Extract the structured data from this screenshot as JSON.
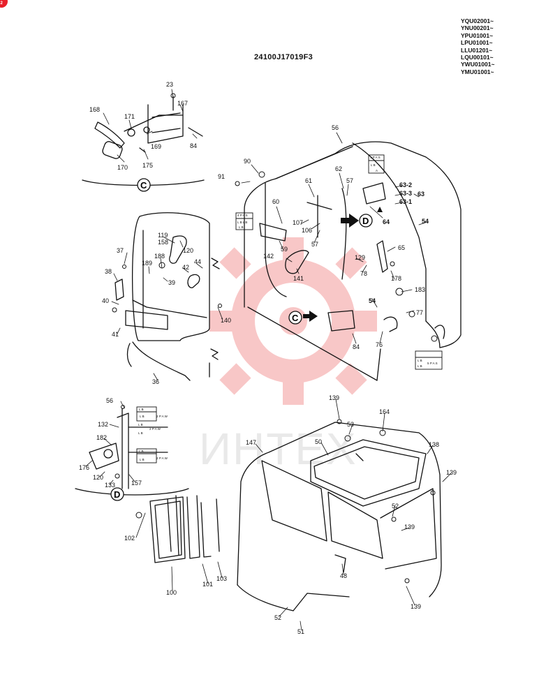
{
  "header": {
    "document_code": "24100J17019F3",
    "serial_ranges": [
      "YQU02001~",
      "YNU00201~",
      "YPU01001~",
      "LPU01001~",
      "LLU01201~",
      "LQU00101~",
      "YWU01001~",
      "YMU01001~"
    ]
  },
  "watermark": {
    "text": "ИНТЕХ",
    "color": "#f08c8c"
  },
  "views": [
    {
      "label": "C",
      "name": "detail-view-c"
    },
    {
      "label": "D",
      "name": "detail-view-d"
    }
  ],
  "arrows": [
    {
      "label": "D"
    },
    {
      "label": "C"
    }
  ],
  "part_labels": {
    "p23": "23",
    "p167": "167",
    "p168": "168",
    "p171": "171",
    "p169": "169",
    "p84a": "84",
    "p170": "170",
    "p175": "175",
    "p56": "56",
    "p90": "90",
    "p91": "91",
    "p62": "62",
    "p57a": "57",
    "p61": "61",
    "p60": "60",
    "p63_2": "63-2",
    "p63_3": "63-3",
    "p63_1": "63-1",
    "p63": "63",
    "p64": "64",
    "p54a": "54",
    "p107": "107",
    "p106": "106",
    "p59": "59",
    "p57b": "57",
    "p65": "65",
    "p119": "119",
    "p158": "158",
    "p120a": "120",
    "p37": "37",
    "p188": "188",
    "p189": "189",
    "p42": "42",
    "p44": "44",
    "p142": "142",
    "p129": "129",
    "p178": "178",
    "p78": "78",
    "p38": "38",
    "p39": "39",
    "p141": "141",
    "p183": "183",
    "p40": "40",
    "p140": "140",
    "p54b": "54",
    "p77": "77",
    "p41": "41",
    "p84b": "84",
    "p76": "76",
    "p36": "36",
    "p56b": "56",
    "p132": "132",
    "p182": "182",
    "p176": "176",
    "p120b": "120",
    "p157": "157",
    "p133": "133",
    "p139a": "139",
    "p53": "53",
    "p164": "164",
    "p147": "147",
    "p50": "50",
    "p138": "138",
    "p139b": "139",
    "p52a": "52",
    "p139c": "139",
    "p102": "102",
    "p48": "48",
    "p100": "100",
    "p101": "101",
    "p103": "103",
    "p52b": "52",
    "p139d": "139",
    "p51": "51"
  },
  "stamps": {
    "s1": [
      "1 P A S",
      "L B",
      "A"
    ],
    "s2": [
      "4 P A S",
      "L B L B",
      "L B"
    ],
    "s3": [
      "5 P A S",
      "L B",
      "L B"
    ],
    "s4": [
      "2 P A W",
      "L B",
      "L B"
    ],
    "s5": [
      "2 P A W",
      "L B",
      "L B"
    ],
    "s6": [
      "2 P A W",
      "L B",
      "L B"
    ]
  }
}
